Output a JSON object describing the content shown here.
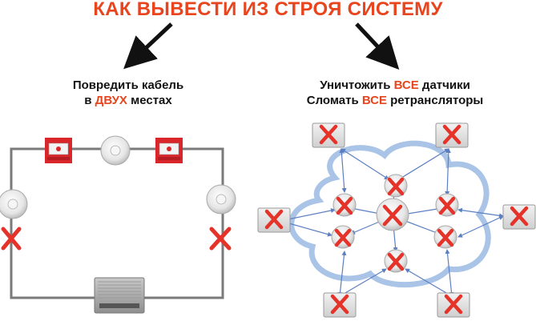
{
  "title": "КАК ВЫВЕСТИ ИЗ СТРОЯ СИСТЕМУ",
  "left_caption": {
    "line1": "Повредить кабель",
    "line2_pre": "в ",
    "line2_highlight": "ДВУХ",
    "line2_post": " местах"
  },
  "right_caption": {
    "line1_pre": "Уничтожить ",
    "line1_highlight": "ВСЕ",
    "line1_post": " датчики",
    "line2_pre": "Сломать ",
    "line2_highlight": "ВСЕ",
    "line2_post": " ретрансляторы"
  },
  "colors": {
    "title": "#e8451e",
    "highlight": "#e8451e",
    "cross": "#e5332a",
    "cable": "#7a7a7a",
    "cloud": "#a9c4e6",
    "arrow": "#5b7fc2",
    "call_point": "#d9262b"
  }
}
